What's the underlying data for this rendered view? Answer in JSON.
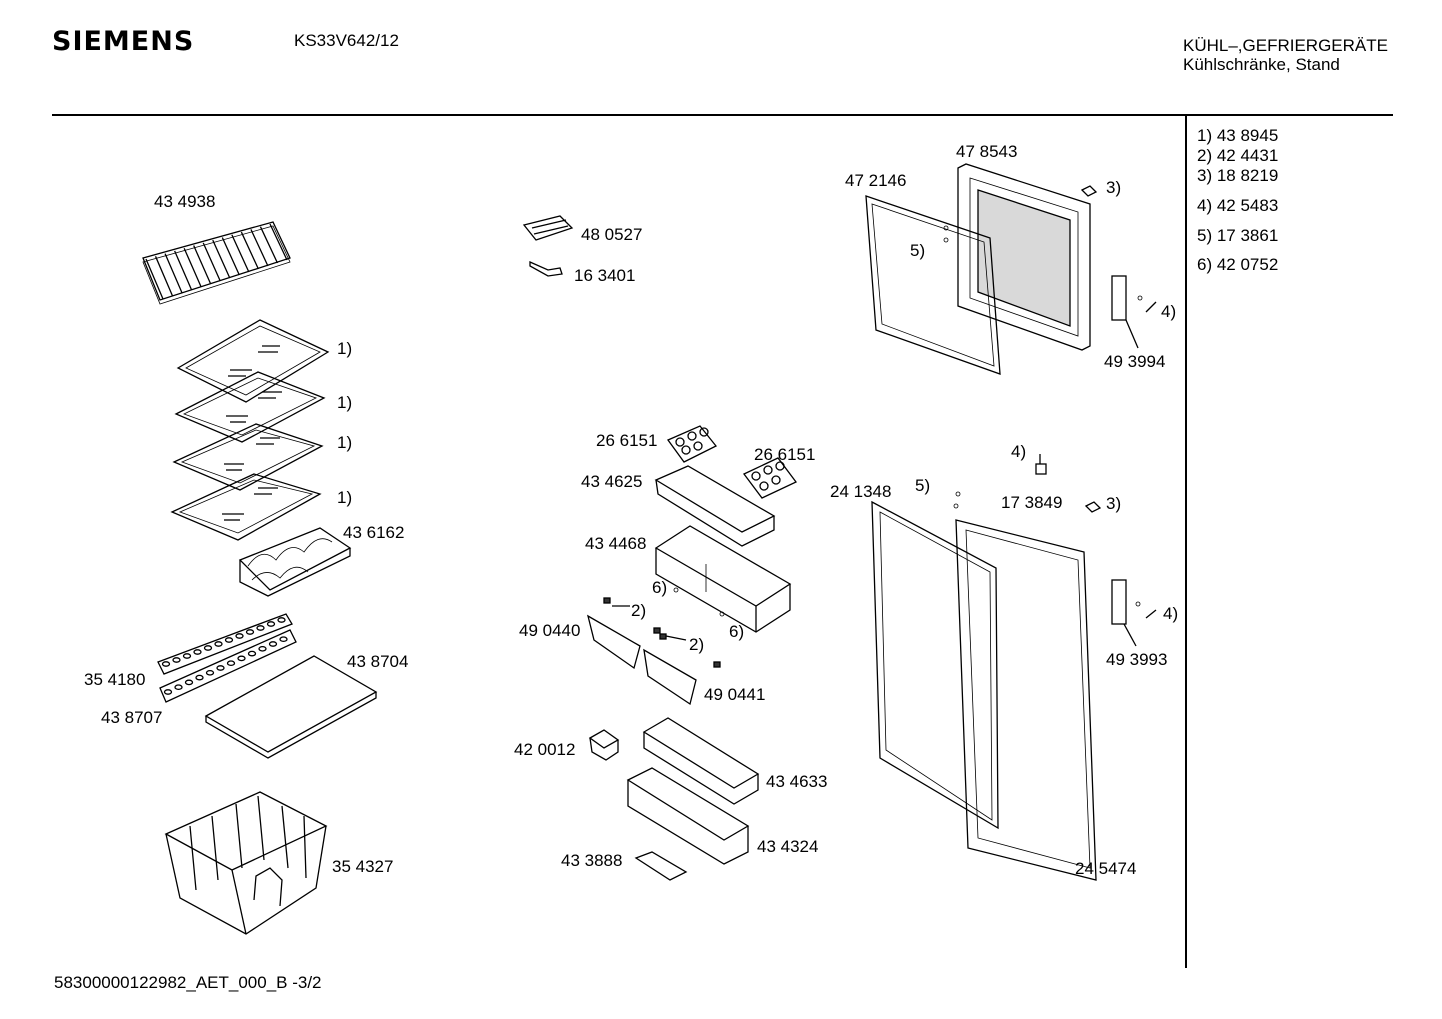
{
  "header": {
    "brand": "SIEMENS",
    "model": "KS33V642/12",
    "category_line1": "KÜHL–,GEFRIERGERÄTE",
    "category_line2": "Kühlschränke, Stand"
  },
  "legend": [
    "1)  43 8945",
    "2)  42 4431",
    "3)  18 8219",
    "4)  42 5483",
    "5)  17 3861",
    "6)  42 0752"
  ],
  "labels": {
    "p434938": "43 4938",
    "ref1a": "1)",
    "ref1b": "1)",
    "ref1c": "1)",
    "ref1d": "1)",
    "p436162": "43 6162",
    "p438704": "43 8704",
    "p354180": "35 4180",
    "p438707": "43 8707",
    "p354327": "35 4327",
    "p480527": "48 0527",
    "p163401": "16 3401",
    "p266151a": "26 6151",
    "p266151b": "26 6151",
    "p434625": "43 4625",
    "p434468": "43 4468",
    "ref6a": "6)",
    "ref6b": "6)",
    "ref2a": "2)",
    "ref2b": "2)",
    "p490440": "49 0440",
    "p490441": "49 0441",
    "p420012": "42 0012",
    "p434633": "43 4633",
    "p434324": "43 4324",
    "p433888": "43 3888",
    "p478543": "47 8543",
    "p472146": "47 2146",
    "ref5a": "5)",
    "ref3a": "3)",
    "ref4a": "4)",
    "p493994": "49 3994",
    "ref4b": "4)",
    "ref5b": "5)",
    "p241348": "24 1348",
    "p173849": "17 3849",
    "ref3b": "3)",
    "ref4c": "4)",
    "p493993": "49 3993",
    "p245474": "24 5474"
  },
  "footer": "58300000122982_AET_000_B -3/2"
}
